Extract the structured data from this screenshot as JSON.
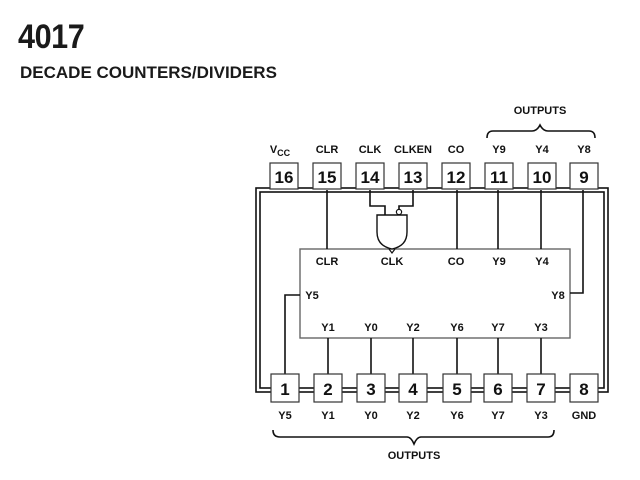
{
  "header": {
    "title": "4017",
    "subtitle": "DECADE COUNTERS/DIVIDERS"
  },
  "top_pins": [
    {
      "num": "16",
      "label": "VCC",
      "label_main": "V",
      "label_sub": "CC"
    },
    {
      "num": "15",
      "label": "CLR"
    },
    {
      "num": "14",
      "label": "CLK"
    },
    {
      "num": "13",
      "label": "CLKEN"
    },
    {
      "num": "12",
      "label": "CO"
    },
    {
      "num": "11",
      "label": "Y9"
    },
    {
      "num": "10",
      "label": "Y4"
    },
    {
      "num": "9",
      "label": "Y8"
    }
  ],
  "bottom_pins": [
    {
      "num": "1",
      "label": "Y5"
    },
    {
      "num": "2",
      "label": "Y1"
    },
    {
      "num": "3",
      "label": "Y0"
    },
    {
      "num": "4",
      "label": "Y2"
    },
    {
      "num": "5",
      "label": "Y6"
    },
    {
      "num": "6",
      "label": "Y7"
    },
    {
      "num": "7",
      "label": "Y3"
    },
    {
      "num": "8",
      "label": "GND"
    }
  ],
  "inner_block": {
    "top_labels": [
      "CLR",
      "CLK",
      "CO",
      "Y9",
      "Y4"
    ],
    "left_label": "Y5",
    "right_label": "Y8",
    "bottom_labels": [
      "Y1",
      "Y0",
      "Y2",
      "Y6",
      "Y7",
      "Y3"
    ]
  },
  "groups": {
    "top_outputs_label": "OUTPUTS",
    "bottom_outputs_label": "OUTPUTS"
  },
  "gate": {
    "type": "AND",
    "inverted_input": "CLKEN"
  }
}
